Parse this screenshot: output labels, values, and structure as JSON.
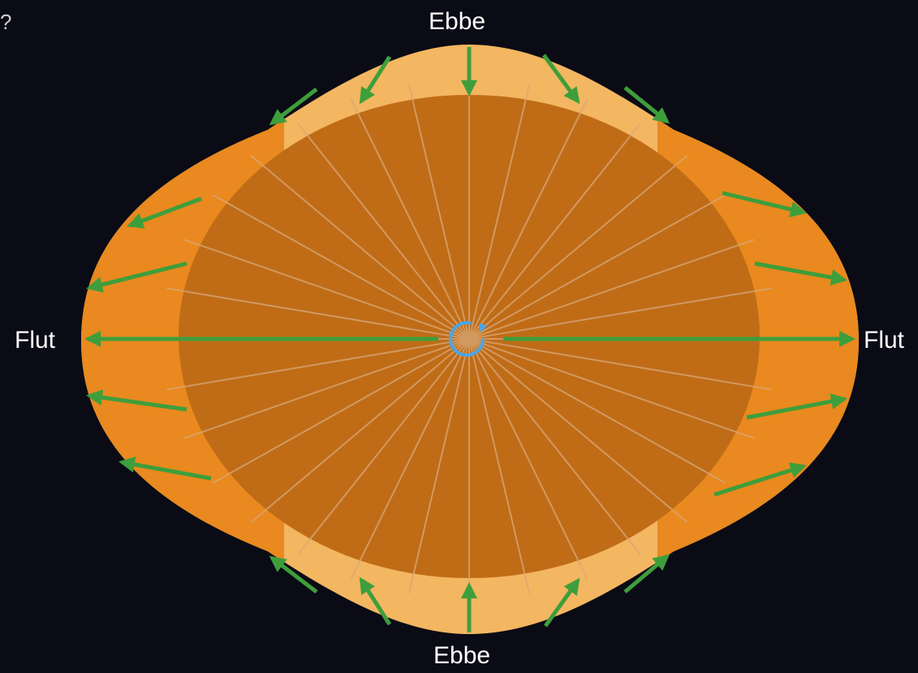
{
  "labels": {
    "top": "Ebbe",
    "bottom": "Ebbe",
    "left": "Flut",
    "right": "Flut"
  },
  "colors": {
    "background": "#0a0b15",
    "bulge_light": "#f3b661",
    "bulge_orange": "#e9891f",
    "earth": "#c06c17",
    "rays": "#d9a878",
    "arrows": "#3e9e3b",
    "rotation_symbol": "#4aa6e6"
  },
  "icons": {
    "center": "rotation-arrow-icon"
  }
}
